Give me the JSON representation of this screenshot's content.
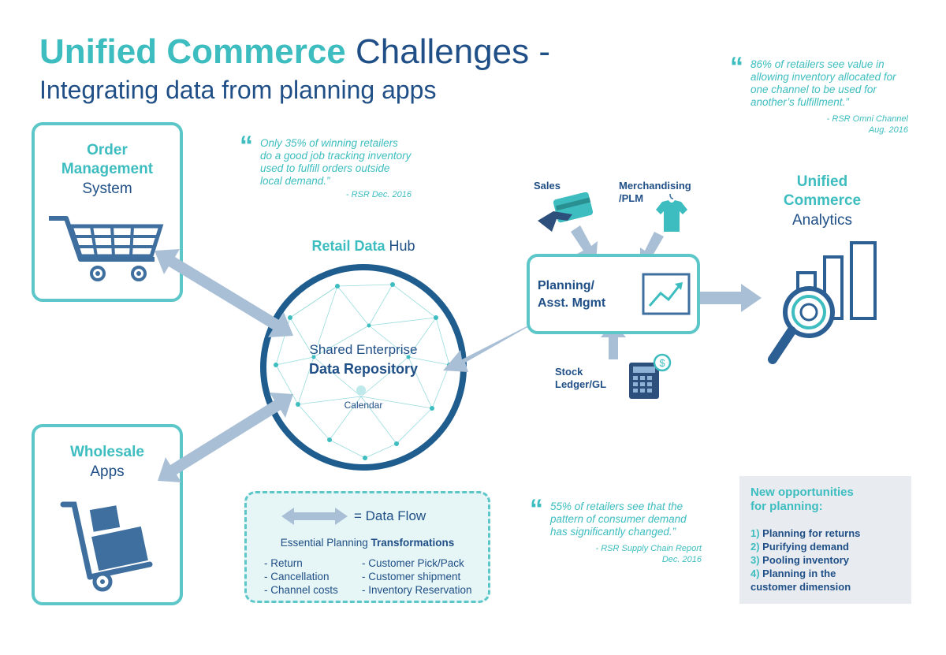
{
  "title": {
    "strong": "Unified Commerce",
    "rest": " Challenges -",
    "subtitle": "Integrating data from planning apps"
  },
  "quotes": [
    {
      "text": "Only 35% of winning retailers do a good job tracking inventory used to fulfill orders outside local demand.”",
      "source": "- RSR Dec. 2016"
    },
    {
      "text": "86% of retailers see value in allowing inventory allocated for one channel to be used for another’s fulfillment.”",
      "source_line1": "- RSR Omni Channel",
      "source_line2": "Aug. 2016"
    },
    {
      "text": "55% of retailers see that the pattern of consumer demand has significantly changed.”",
      "source_line1": "- RSR Supply Chain Report",
      "source_line2": "Dec. 2016"
    }
  ],
  "order_mgmt": {
    "line1": "Order",
    "line2": "Management",
    "line3": "System"
  },
  "wholesale": {
    "line1": "Wholesale",
    "line2": "Apps"
  },
  "hub": {
    "label_strong": "Retail Data",
    "label_rest": " Hub",
    "line1": "Shared Enterprise",
    "line2": "Data Repository",
    "calendar": "Calendar"
  },
  "planning": {
    "line1": "Planning/",
    "line2": "Asst. Mgmt",
    "sales": "Sales",
    "merch1": "Merchandising",
    "merch2": "/PLM",
    "stock1": "Stock",
    "stock2": "Ledger/GL"
  },
  "analytics": {
    "line1": "Unified",
    "line2": "Commerce",
    "line3": "Analytics"
  },
  "legend": {
    "data_flow": "= Data Flow",
    "heading_plain": "Essential Planning ",
    "heading_bold": "Transformations",
    "col1": [
      "- Return",
      "- Cancellation",
      "- Channel costs"
    ],
    "col2": [
      "- Customer Pick/Pack",
      "- Customer shipment",
      "- Inventory Reservation"
    ]
  },
  "opportunities": {
    "title_line1": "New opportunities",
    "title_line2": "for planning:",
    "items": [
      {
        "num": "1)",
        "text": " Planning for returns"
      },
      {
        "num": "2)",
        "text": " Purifying demand"
      },
      {
        "num": "3)",
        "text": " Pooling inventory"
      },
      {
        "num": "4)",
        "text": " Planning in the"
      }
    ],
    "item4_cont": "customer dimension"
  },
  "colors": {
    "teal": "#3dbdbf",
    "navy": "#1f4f86",
    "arrow": "#a9bfd6",
    "box_border": "#5cc6c8"
  }
}
